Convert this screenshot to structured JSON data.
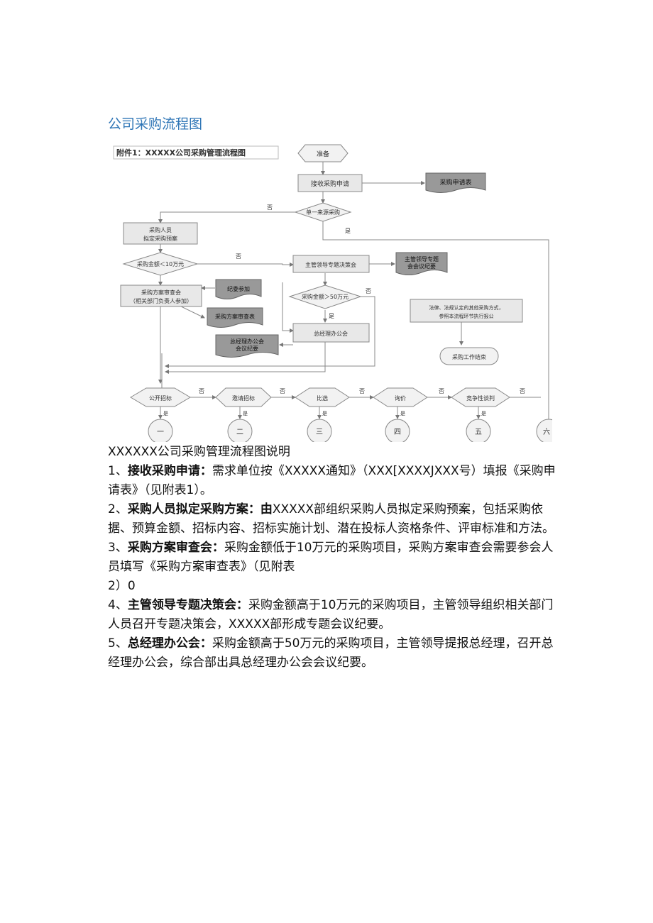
{
  "page": {
    "title": "公司采购流程图"
  },
  "flowchart": {
    "header": "附件1：XXXXX公司采购管理流程图",
    "nodes": {
      "start": "准备",
      "receive": "接收采购申请",
      "request_form": "采购申请表",
      "decision_single": "单一来源采购",
      "draft_line1": "采购人员",
      "draft_line2": "拟定采购预案",
      "decision_10": "采购金额＜10万元",
      "meeting_leader": "主管领导专题决策会",
      "leader_minutes_1": "主管领导专题",
      "leader_minutes_2": "会会议纪要",
      "review_line1": "采购方案审查会",
      "review_line2": "（相关部门负责人参加）",
      "discipline": "纪委参加",
      "review_form": "采购方案审查表",
      "decision_50": "采购金额＞50万元",
      "gm_meeting": "总经理办公会",
      "gm_minutes_1": "总经理办公会",
      "gm_minutes_2": "会议纪要",
      "law_line1": "法律、法规认定的其他采购方式，",
      "law_line2": "参照本流程环节执行报公",
      "finish": "采购工作结束",
      "method_1": "公开招标",
      "method_2": "邀请招标",
      "method_3": "比选",
      "method_4": "询价",
      "method_5": "竞争性谈判",
      "num_1": "一",
      "num_2": "二",
      "num_3": "三",
      "num_4": "四",
      "num_5": "五",
      "num_6": "六"
    },
    "labels": {
      "no": "否",
      "yes": "是"
    }
  },
  "description": {
    "heading": "XXXXXX公司采购管理流程图说明",
    "items": [
      {
        "num": "1、",
        "title": "接收采购申请：",
        "body": "需求单位按《XXXXX通知》（XXX[XXXXJXXX号）填报《采购申请表》（见附表1）。"
      },
      {
        "num": "2、",
        "title": "采购人员拟定采购方案：由",
        "body": "XXXXX部组织采购人员拟定采购预案，包括采购依据、预算金额、招标内容、招标实施计划、潜在投标人资格条件、评审标准和方法。"
      },
      {
        "num": "3、",
        "title": "采购方案审查会：",
        "body": "采购金额低于10万元的采购项目，采购方案审查会需要参会人员填写《采购方案审查表》（见附表",
        "tail": "2）0"
      },
      {
        "num": "4、",
        "title": "主管领导专题决策会：",
        "body": "采购金额高于10万元的采购项目，主管领导组织相关部门人员召开专题决策会，XXXXX部形成专题会议纪要。"
      },
      {
        "num": "5、",
        "title": "总经理办公会：",
        "body": "采购金额高于50万元的采购项目，主管领导提报总经理，召开总经理办公会，综合部出具总经理办公会会议纪要。"
      }
    ]
  }
}
